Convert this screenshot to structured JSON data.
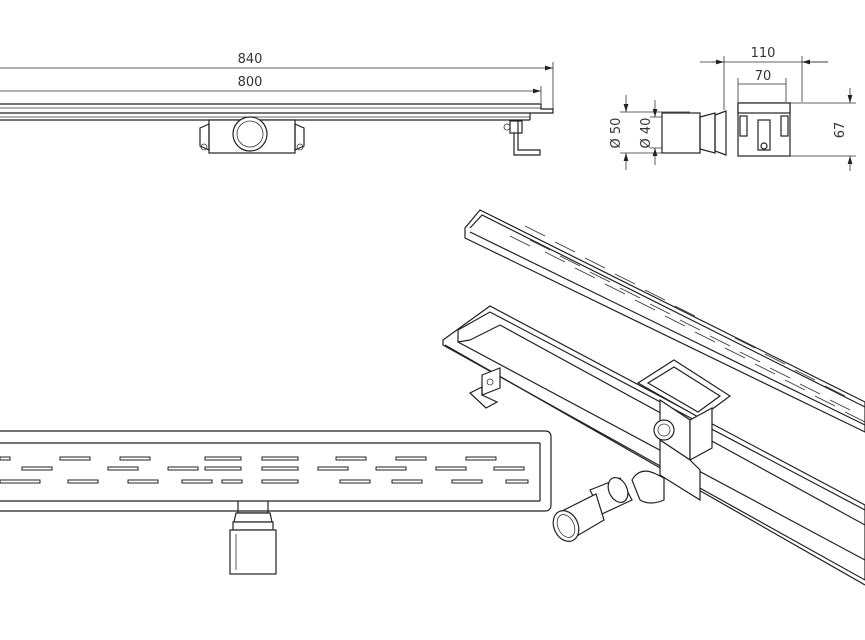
{
  "dimensions": {
    "overall_length": "840",
    "channel_length": "800",
    "outlet_outer_diameter": "Ø 50",
    "outlet_inner_diameter": "Ø 40",
    "body_width": "110",
    "channel_width": "70",
    "body_height": "67"
  },
  "colors": {
    "line": "#222222",
    "dimension_text": "#333333",
    "background": "#ffffff"
  }
}
